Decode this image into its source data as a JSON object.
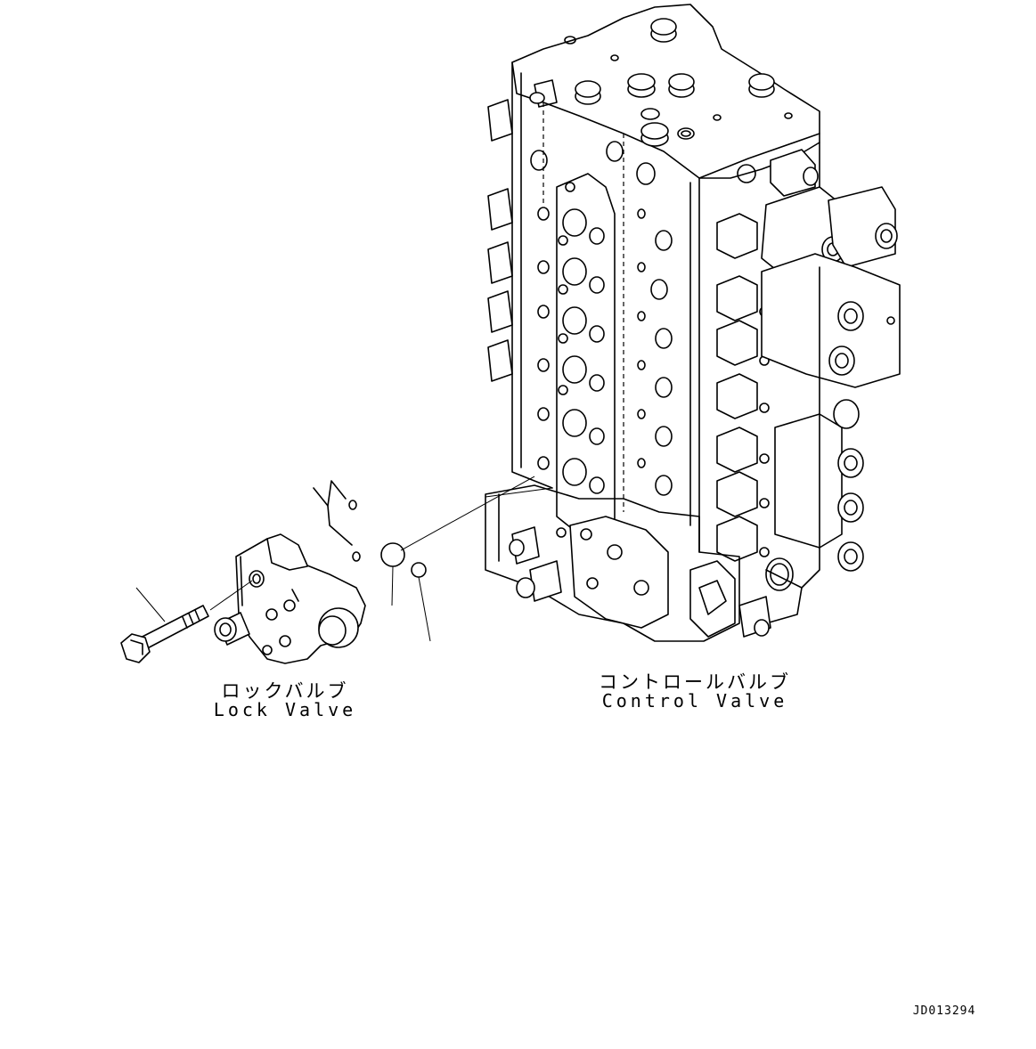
{
  "labels": {
    "lock_valve_jp": "ロックバルブ",
    "lock_valve_en": "Lock Valve",
    "control_valve_jp": "コントロールバルブ",
    "control_valve_en": "Control Valve",
    "drawing_number": "JD013294"
  },
  "colors": {
    "line": "#000000",
    "background": "#ffffff"
  }
}
